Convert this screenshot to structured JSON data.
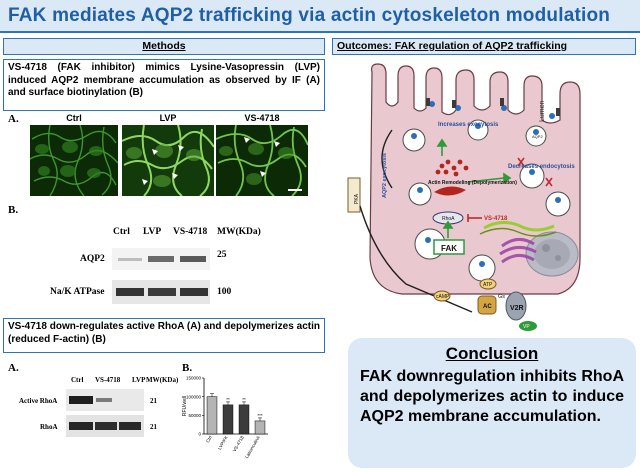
{
  "header": {
    "title": "FAK  mediates AQP2 trafficking via actin cytoskeleton modulation"
  },
  "methods": {
    "label": "Methods",
    "box1_text": "VS-4718 (FAK inhibitor) mimics Lysine-Vasopressin (LVP) induced AQP2 membrane accumulation as observed by IF (A) and surface biotinylation (B)",
    "panel_a": "A.",
    "panel_b": "B.",
    "micro_labels": [
      "Ctrl",
      "LVP",
      "VS-4718"
    ],
    "blot1": {
      "columns": [
        "Ctrl",
        "LVP",
        "VS-4718",
        "MW(KDa)"
      ],
      "rows": [
        {
          "label": "AQP2",
          "mw": "25"
        },
        {
          "label": "Na/K ATPase",
          "mw": "100"
        }
      ]
    },
    "box2_text": "VS-4718  down-regulates active RhoA (A) and depolymerizes actin (reduced F-actin) (B)",
    "panel2_a": "A.",
    "panel2_b": "B.",
    "blot2": {
      "columns": [
        "Ctrl",
        "VS-4718",
        "LVP",
        "MW(KDa)"
      ],
      "rows": [
        {
          "label": "Active RhoA",
          "mw": "21"
        },
        {
          "label": "RhoA",
          "mw": "21"
        }
      ]
    }
  },
  "chart_data": {
    "type": "bar",
    "categories": [
      "Ctrl",
      "LVP/FK",
      "VS-4718",
      "LatrunculinA"
    ],
    "values": [
      100000,
      78000,
      78000,
      35000
    ],
    "annotations": [
      "",
      "**",
      "**",
      "***"
    ],
    "ylabel": "RFU/well",
    "ylim": [
      0,
      150000
    ],
    "yticks": [
      "0",
      "50000",
      "100000",
      "150000"
    ],
    "colors": [
      "#b4b4b4",
      "#3c3c3c",
      "#3c3c3c",
      "#b4b4b4"
    ]
  },
  "outcomes": {
    "label": "Outcomes: FAK regulation of AQP2 trafficking",
    "lumen": "Lumen",
    "increases_exocytosis": "Increases exocytosis",
    "decreases_endocytosis": "Decreases endocytosis",
    "actin_remodeling": "Actin Remodeling (Depolymerization)",
    "rhoa": "RhoA",
    "fak": "FAK",
    "vs4718": "VS-4718",
    "aqp2_exocytosis": "AQP2 exocytosis",
    "pka": "PKA",
    "camp": "cAMP",
    "atp": "ATP",
    "ac": "AC",
    "gs": "Gs",
    "v2r": "V2R",
    "vp": "VP",
    "aqp2_tag": "AQP2"
  },
  "conclusion": {
    "title": "Conclusion",
    "body": "FAK downregulation inhibits RhoA and depolymerizes actin to induce AQP2 membrane accumulation."
  },
  "colors": {
    "accent": "#2e75b6",
    "panel_bg": "#dbe9f6",
    "cell_fill": "#e9c9cf",
    "green": "#2e9a3a",
    "red": "#c0282c"
  }
}
